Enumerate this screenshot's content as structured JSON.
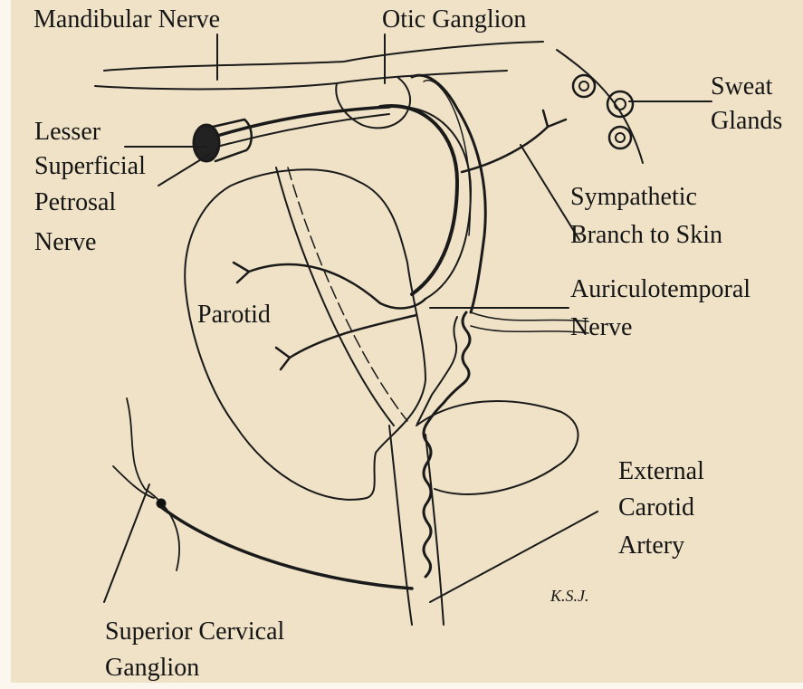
{
  "labels": {
    "mandibular_nerve": "Mandibular Nerve",
    "otic_ganglion": "Otic Ganglion",
    "sweat_glands_1": "Sweat",
    "sweat_glands_2": "Glands",
    "lesser_1": "Lesser",
    "lesser_2": "Superficial",
    "lesser_3": "Petrosal",
    "lesser_4": "Nerve",
    "sympathetic_1": "Sympathetic",
    "sympathetic_2": "Branch to Skin",
    "parotid": "Parotid",
    "auriculo_1": "Auriculotemporal",
    "auriculo_2": "Nerve",
    "external_1": "External",
    "external_2": "Carotid",
    "external_3": "Artery",
    "superior_1": "Superior Cervical",
    "superior_2": "Ganglion",
    "signature": "K.S.J."
  },
  "colors": {
    "background": "#efe2c6",
    "ink": "#111111"
  }
}
